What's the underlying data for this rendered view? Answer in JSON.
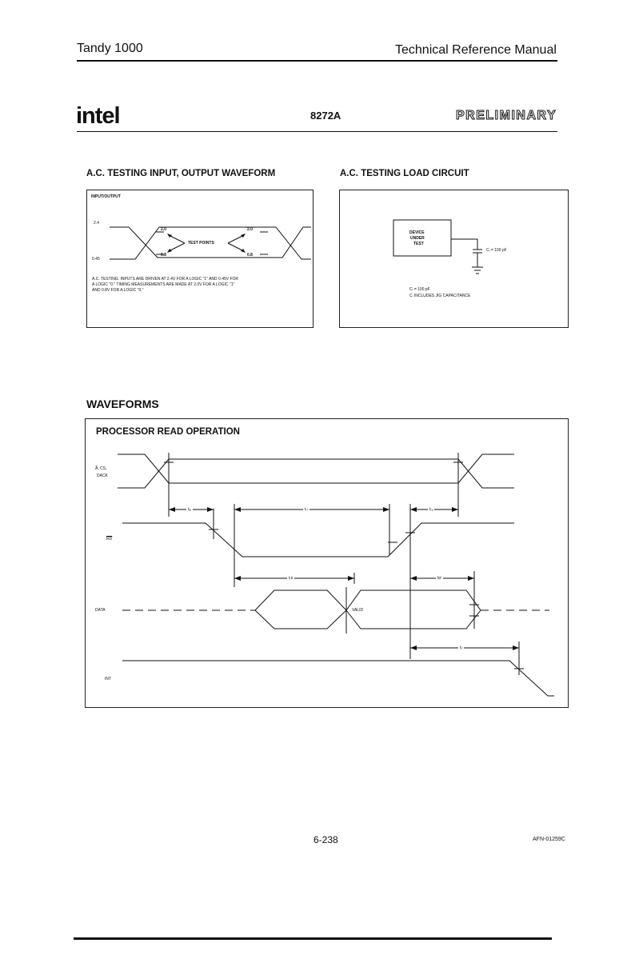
{
  "header": {
    "left": "Tandy 1000",
    "right": "Technical Reference Manual"
  },
  "datasheet": {
    "logo": "intel",
    "part": "8272A",
    "status": "PRELIMINARY"
  },
  "ac_input": {
    "title": "A.C. TESTING INPUT, OUTPUT WAVEFORM",
    "box_label": "INPUT/OUTPUT",
    "v_high": "2.4",
    "v_low": "0.45",
    "th_high_left": "2.0",
    "th_high_right": "2.0",
    "th_low_left": "0.8",
    "th_low_right": "0.8",
    "test_points": "TEST POINTS",
    "note_1": "A.C. TESTING:  INPUTS ARE DRIVEN AT 2.4V FOR A LOGIC \"1\" AND 0.45V FOR",
    "note_2": "A LOGIC \"0.\" TIMING MEASUREMENTS ARE MADE AT 2.0V FOR A LOGIC \"1\"",
    "note_3": "AND 0.8V FOR A LOGIC \"0.\""
  },
  "ac_load": {
    "title": "A.C. TESTING LOAD CIRCUIT",
    "device_1": "DEVICE",
    "device_2": "UNDER",
    "device_3": "TEST",
    "cap_label": "Cₗ = 100 pF",
    "note_1": "Cₗ = 100 pF",
    "note_2": "Cₗ INCLUDES JIG CAPACITANCE"
  },
  "waveforms": {
    "title": "WAVEFORMS",
    "diagram_title": "PROCESSOR READ OPERATION",
    "sig_a_cs": "A̅, CS,",
    "sig_dack": "DACK",
    "sig_rd": "RD",
    "sig_data": "DATA",
    "sig_int": "INT",
    "valid": "VALID",
    "t_ar": "tₐᵣ",
    "t_rr": "tᵣᵣ",
    "t_ra": "tᵣₐ",
    "t_rd": "tᵣᴅ",
    "t_df": "tᴅᶠ",
    "t_ri": "tᵣᵢ"
  },
  "footer": {
    "page": "6-238",
    "code": "AFN-01259C"
  }
}
